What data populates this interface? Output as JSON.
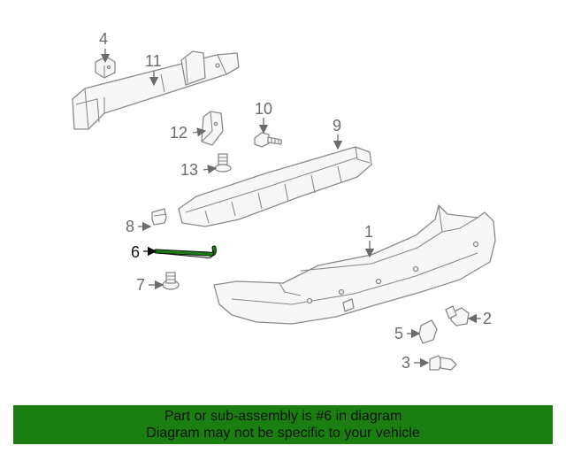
{
  "callouts": {
    "c1": "1",
    "c2": "2",
    "c3": "3",
    "c4": "4",
    "c5": "5",
    "c6": "6",
    "c7": "7",
    "c8": "8",
    "c9": "9",
    "c10": "10",
    "c11": "11",
    "c12": "12",
    "c13": "13"
  },
  "banner": {
    "line1": "Part or sub-assembly is #6 in diagram",
    "line2": "Diagram may not be specific to your vehicle"
  },
  "colors": {
    "banner_bg": "#1a7f10",
    "highlight_part": "#1a7f10",
    "line_art": "#8a8a8a"
  }
}
